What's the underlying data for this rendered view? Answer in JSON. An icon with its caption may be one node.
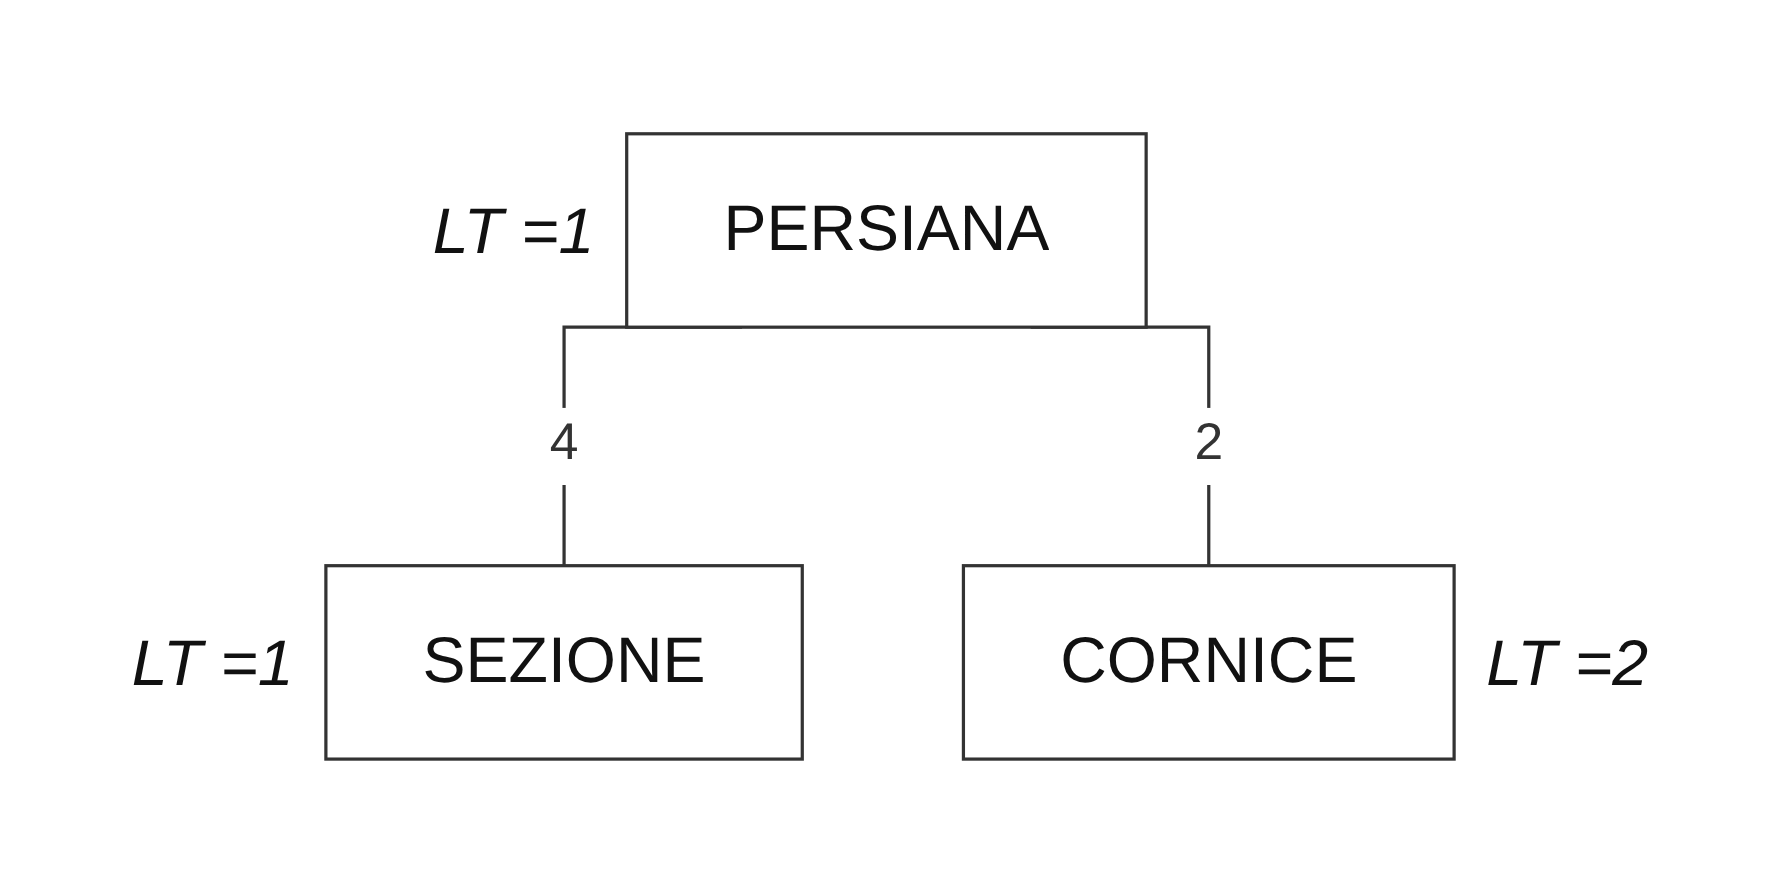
{
  "diagram": {
    "nodes": [
      {
        "text": [
          "PERSIANA"
        ],
        "beside": [
          "LT =1"
        ]
      },
      {
        "text": [
          "SEZIONE"
        ],
        "beside": [
          "LT =1"
        ]
      },
      {
        "text": [
          "CORNICE"
        ],
        "beside": [
          "LT =2"
        ]
      }
    ],
    "edges": [
      {
        "from": 0,
        "to": 1,
        "arrow": "none",
        "label": "4"
      },
      {
        "from": 0,
        "to": 2,
        "arrow": "none",
        "label": "2"
      }
    ]
  }
}
